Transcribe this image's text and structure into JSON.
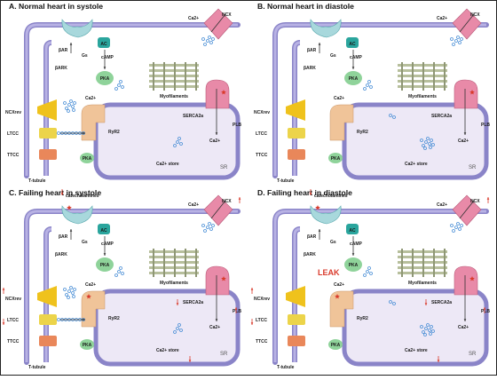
{
  "panels": [
    {
      "letter": "A",
      "title": "A.  Normal heart in systole"
    },
    {
      "letter": "B",
      "title": "B.  Normal heart in diastole"
    },
    {
      "letter": "C",
      "title": "C.  Failing heart in systole"
    },
    {
      "letter": "D",
      "title": "D.  Failing heart in diastole"
    }
  ],
  "labels": {
    "bar": "βAR",
    "bark": "βARK",
    "gs": "Gs",
    "ac": "AC",
    "camp": "cAMP",
    "pka": "PKA",
    "myofilaments": "Myofilaments",
    "ncx": "NCX",
    "ncx_rev": "NCXrev",
    "ltcc": "LTCC",
    "ttcc": "TTCC",
    "ryr2": "RyR2",
    "serca": "SERCA2a",
    "plb": "PLB",
    "ca": "Ca2+",
    "ca_store": "Ca2+ store",
    "sr": "SR",
    "ttubule": "T-tubule",
    "catecholamines": "catecholamines",
    "leak": "LEAK"
  },
  "colors": {
    "membrane": "#8a84c8",
    "membrane_fill": "#b8b2e4",
    "sr_fill": "#ede8f6",
    "beta_receptor": "#a8d8dc",
    "ac": "#2aa59d",
    "pka": "#8fd39a",
    "ncx": "#e88aa8",
    "ncx_rev": "#efc21c",
    "ltcc": "#ecd44a",
    "ttcc": "#e9875a",
    "ryr2": "#f0c499",
    "ca_dot": "#4a8fd6",
    "alert_red": "#d93a2b",
    "myofilament": "#b7bf9c"
  }
}
